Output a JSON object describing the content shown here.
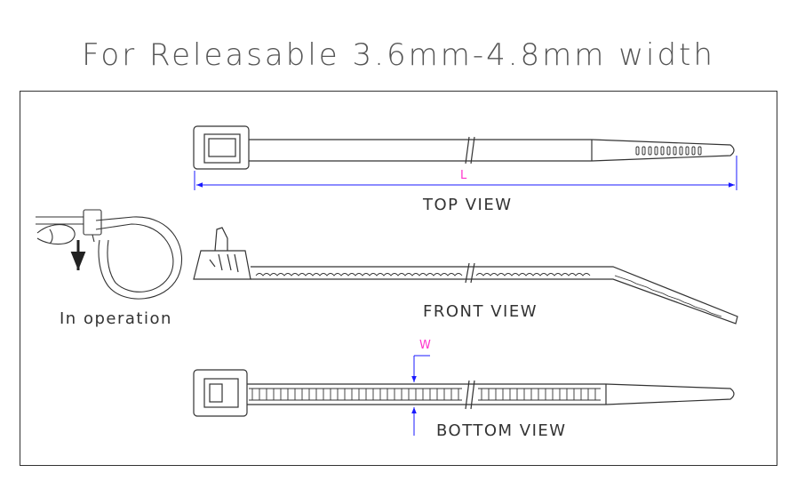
{
  "title": "For Releasable 3.6mm-4.8mm width",
  "labels": {
    "top_view": "TOP VIEW",
    "front_view": "FRONT VIEW",
    "bottom_view": "BOTTOM VIEW",
    "in_operation": "In operation",
    "length_dim": "L",
    "width_dim": "W"
  },
  "colors": {
    "line": "#333333",
    "dimension": "#1a1aff",
    "dimension_label": "#ff33cc"
  }
}
